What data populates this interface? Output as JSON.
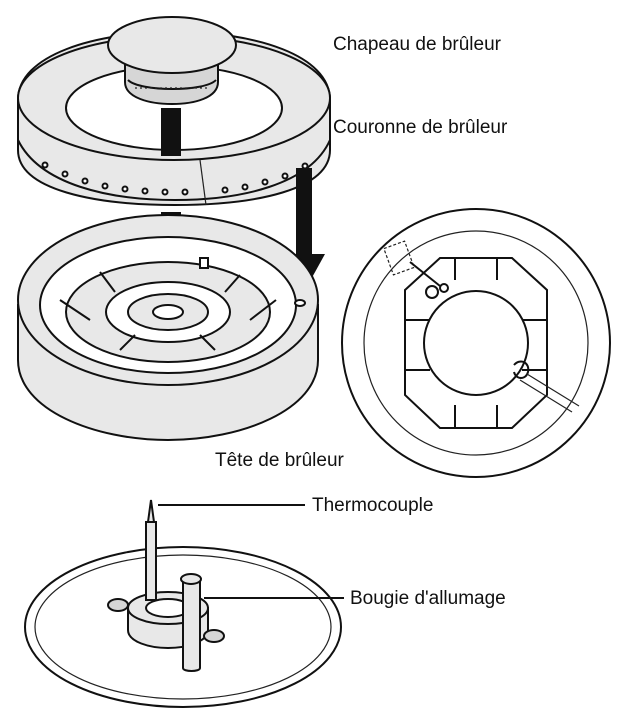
{
  "labels": {
    "burner_cap": "Chapeau de brûleur",
    "burner_crown": "Couronne de brûleur",
    "burner_head": "Tête de brûleur",
    "thermocouple": "Thermocouple",
    "spark_plug": "Bougie d'allumage"
  }
}
